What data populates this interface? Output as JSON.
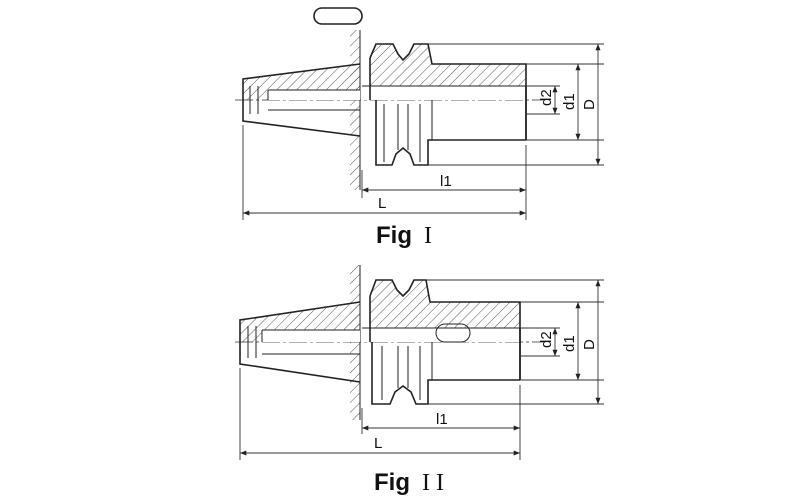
{
  "fig1": {
    "caption": "Fig",
    "caption_numeral": "I",
    "labels": {
      "d2": "d2",
      "d1": "d1",
      "D": "D",
      "l1": "l1",
      "L": "L"
    }
  },
  "fig2": {
    "caption": "Fig",
    "caption_numeral": "I I",
    "labels": {
      "d2": "d2",
      "d1": "d1",
      "D": "D",
      "l1": "l1",
      "L": "L"
    }
  },
  "colors": {
    "line": "#222222",
    "hatch": "#444444",
    "background": "#ffffff"
  }
}
